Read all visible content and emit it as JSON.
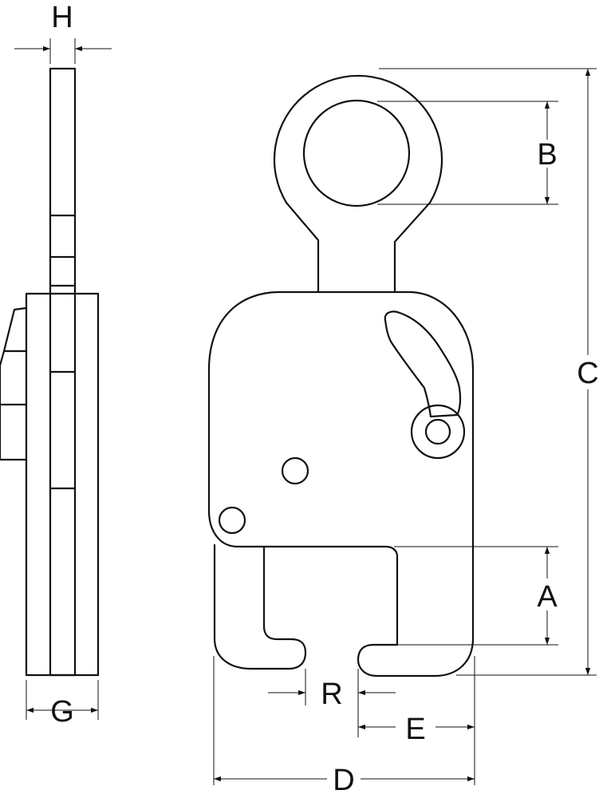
{
  "labels": {
    "H": "H",
    "G": "G",
    "B": "B",
    "C": "C",
    "A": "A",
    "R": "R",
    "E": "E",
    "D": "D"
  }
}
